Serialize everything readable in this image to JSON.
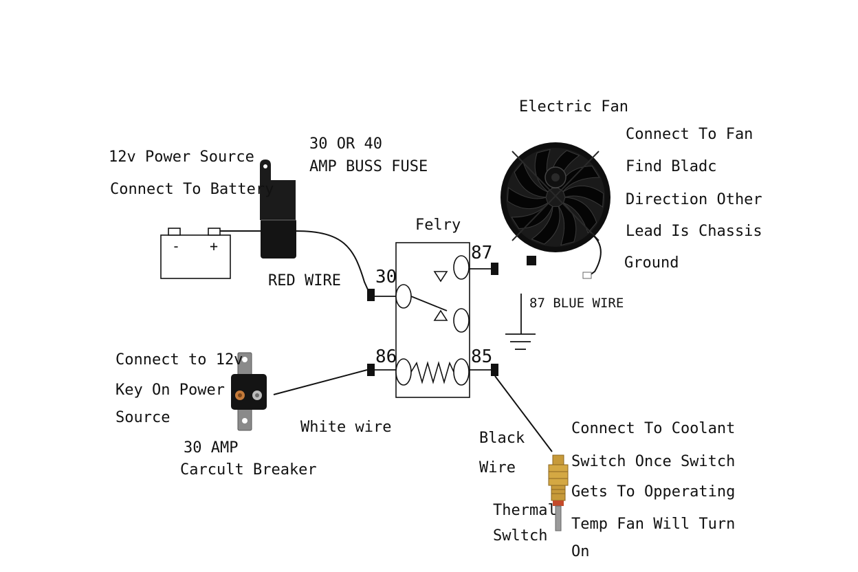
{
  "labels": {
    "power_source_line1": "12v Power Source",
    "power_source_line2": "Connect To Battery",
    "fuse_line1": "30 OR 40",
    "fuse_line2": "AMP BUSS FUSE",
    "relay_title": "Felry",
    "red_wire": "RED WIRE",
    "pin_30": "30",
    "pin_87": "87",
    "pin_86": "86",
    "pin_85": "85",
    "fan_title": "Electric Fan",
    "fan_note_1": "Connect To Fan",
    "fan_note_2": "Find Bladc",
    "fan_note_3": "Direction Other",
    "fan_note_4": "Lead Is Chassis",
    "fan_note_5": "Ground",
    "blue_wire": "87 BLUE WIRE",
    "key_on_1": "Connect to 12v",
    "key_on_2": "Key On Power",
    "key_on_3": "Source",
    "breaker_1": "30 AMP",
    "breaker_2": "Carcult Breaker",
    "white_wire": "White wire",
    "black_wire_1": "Black",
    "black_wire_2": "Wire",
    "thermal_1": "Thermal",
    "thermal_2": "Swltch",
    "coolant_1": "Connect To Coolant",
    "coolant_2": "Switch Once Switch",
    "coolant_3": "Gets To Opperating",
    "coolant_4": "Temp Fan Will Turn",
    "coolant_5": "On",
    "battery_minus": "-",
    "battery_plus": "+"
  },
  "colors": {
    "line": "#111111",
    "component_dark": "#141414",
    "brass": "#c79a3a"
  }
}
